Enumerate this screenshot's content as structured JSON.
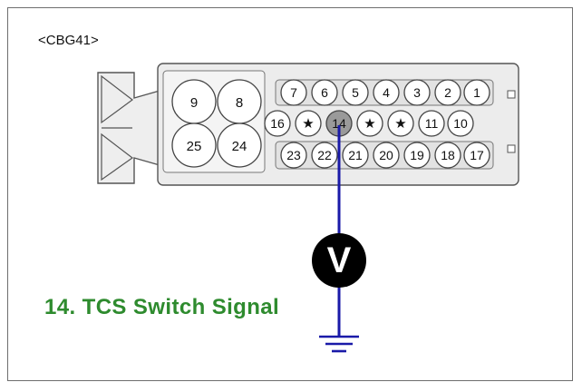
{
  "connector_label": "<CBG41>",
  "big_pins": [
    "9",
    "8",
    "25",
    "24"
  ],
  "row1_pins": [
    "7",
    "6",
    "5",
    "4",
    "3",
    "2",
    "1"
  ],
  "row2_pins": [
    "16",
    "★",
    "14",
    "★",
    "★",
    "11",
    "10"
  ],
  "row3_pins": [
    "23",
    "22",
    "21",
    "20",
    "19",
    "18",
    "17"
  ],
  "highlighted_pin": "14",
  "meter_symbol": "V",
  "caption": "14. TCS Switch Signal",
  "colors": {
    "wire": "#1a1aa8",
    "caption": "#2e8b2e",
    "highlight_pin": "#9a9a9a",
    "connector_body": "#ececec"
  }
}
